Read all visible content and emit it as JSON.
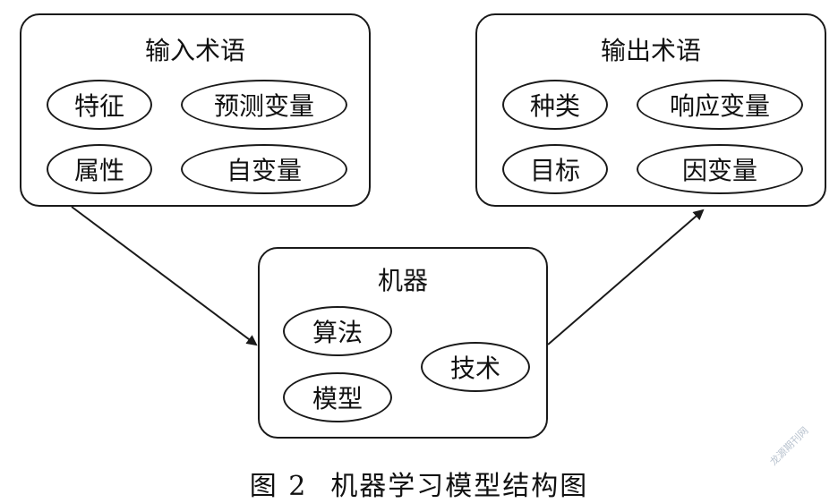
{
  "input_box": {
    "title": "输入术语",
    "terms": [
      "特征",
      "预测变量",
      "属性",
      "自变量"
    ]
  },
  "output_box": {
    "title": "输出术语",
    "terms": [
      "种类",
      "响应变量",
      "目标",
      "因变量"
    ]
  },
  "machine_box": {
    "title": "机器",
    "terms": [
      "算法",
      "模型",
      "技术"
    ]
  },
  "caption": {
    "figure_number": "图 2",
    "text": "机器学习模型结构图"
  },
  "watermark": "龙源期刊网",
  "colors": {
    "line": "#1a1a1a",
    "background": "#ffffff"
  }
}
